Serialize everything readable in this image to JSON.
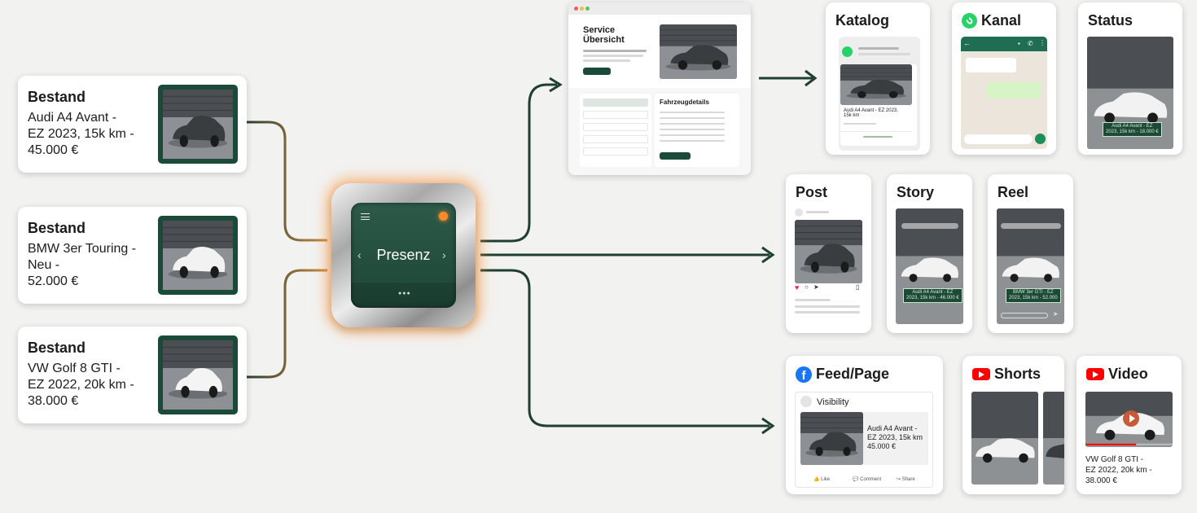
{
  "hub": {
    "label": "Presenz"
  },
  "inventory": [
    {
      "title": "Bestand",
      "text": "Audi A4 Avant -\nEZ 2023, 15k km -\n45.000 €",
      "car_color": "#3a3d40"
    },
    {
      "title": "Bestand",
      "text": "BMW 3er Touring -\nNeu -\n52.000 €",
      "car_color": "#f2f2f2"
    },
    {
      "title": "Bestand",
      "text": "VW Golf 8 GTI -\nEZ 2022, 20k km -\n38.000 €",
      "car_color": "#f4f4f4"
    }
  ],
  "website": {
    "title": "Service\nÜbersicht",
    "details_title": "Fahrzeugdetails"
  },
  "channels": {
    "katalog": {
      "title": "Katalog",
      "item_text": "Audi A4 Avant - EZ 2023,\n15k km"
    },
    "kanal": {
      "title": "Kanal"
    },
    "status": {
      "title": "Status",
      "price_text": "Audi A4 Avant - EZ\n2023, 15k km - 18.000 €"
    },
    "post": {
      "title": "Post"
    },
    "story": {
      "title": "Story",
      "price_text": "Audi A4 Avant - EZ\n2023, 15k km - 46.000 €"
    },
    "reel": {
      "title": "Reel",
      "price_text": "BMW 3er GTI - EZ\n2023, 15k km - 52.000"
    },
    "feed": {
      "title": "Feed/Page",
      "page_name": "Visibility",
      "ad_text": "Audi A4 Avant -\nEZ 2023, 15k km\n45.000 €",
      "like": "Like",
      "comment": "Comment",
      "share": "Share"
    },
    "shorts": {
      "title": "Shorts"
    },
    "video": {
      "title": "Video",
      "caption": "VW Golf 8 GTI -\nEZ 2022, 20k km -\n38.000 €"
    }
  },
  "colors": {
    "brand_green": "#1c4a38",
    "hub_glow": "#ff8c28",
    "whatsapp": "#25d366",
    "facebook": "#1877f2",
    "youtube": "#ff0000",
    "connector": "#1f3f30"
  }
}
